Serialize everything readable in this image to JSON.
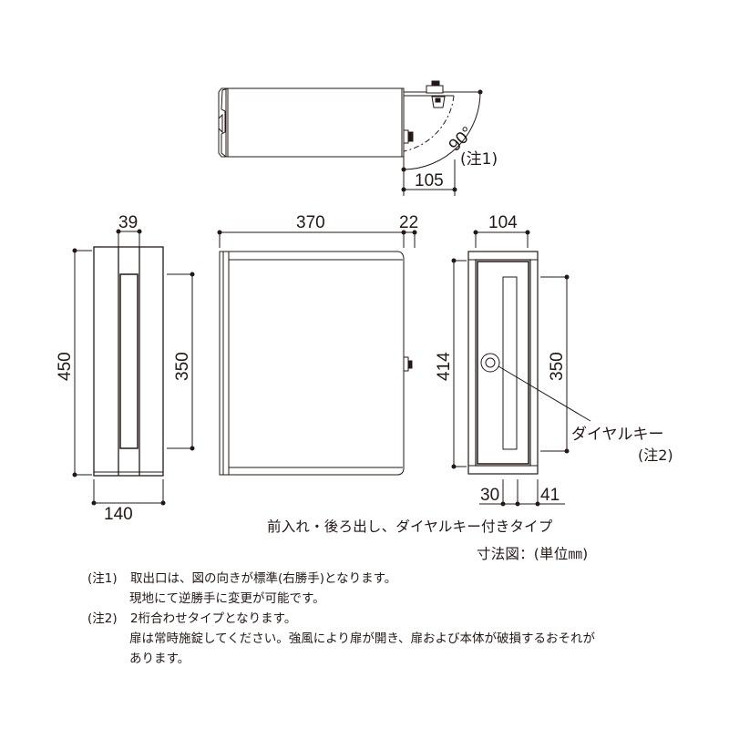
{
  "top_view": {
    "angle_label": "90°",
    "note_ref": "(注1)",
    "dim_swing": "105"
  },
  "side_view_left": {
    "dim_slot_width": "39",
    "dim_height": "450",
    "dim_slot_height": "350",
    "dim_depth": "140"
  },
  "front_view": {
    "dim_width": "370",
    "dim_knob": "22"
  },
  "back_view": {
    "dim_width": "104",
    "dim_height": "414",
    "dim_slot_height": "350",
    "dim_left": "30",
    "dim_right": "41",
    "dial_key_label": "ダイヤルキー",
    "dial_key_note": "(注2)"
  },
  "caption": {
    "title": "前入れ・後ろ出し、ダイヤルキー付きタイプ",
    "unit": "寸法図：(単位㎜)"
  },
  "notes": [
    {
      "label": "(注1)",
      "lines": [
        "取出口は、図の向きが標準(右勝手)となります。",
        "現地にて逆勝手に変更が可能です。"
      ]
    },
    {
      "label": "(注2)",
      "lines": [
        "2桁合わせタイプとなります。",
        "扉は常時施錠してください。強風により扉が開き、扉および本体が破損するおそれが",
        "あります。"
      ]
    }
  ],
  "colors": {
    "line": "#231815",
    "frame": "#3a3433",
    "background": "#ffffff"
  }
}
